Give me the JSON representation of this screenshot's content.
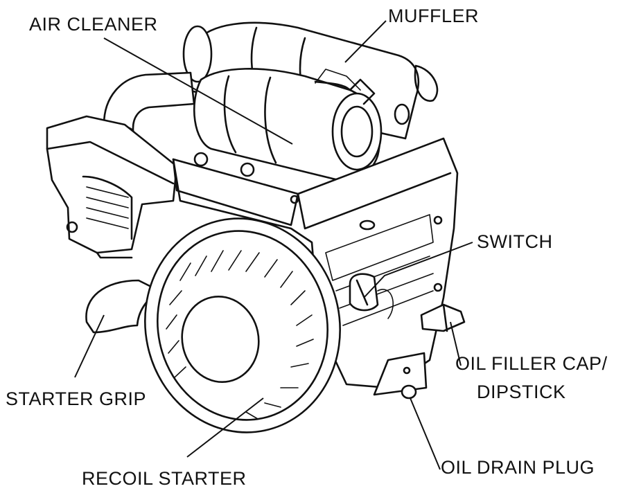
{
  "labels": {
    "air_cleaner": "AIR CLEANER",
    "muffler": "MUFFLER",
    "switch": "SWITCH",
    "oil_filler_line1": "OIL FILLER CAP/",
    "oil_filler_line2": "DIPSTICK",
    "starter_grip": "STARTER GRIP",
    "recoil_starter": "RECOIL STARTER",
    "oil_drain_plug": "OIL DRAIN PLUG"
  },
  "colors": {
    "ink": "#111111",
    "background": "#ffffff"
  }
}
